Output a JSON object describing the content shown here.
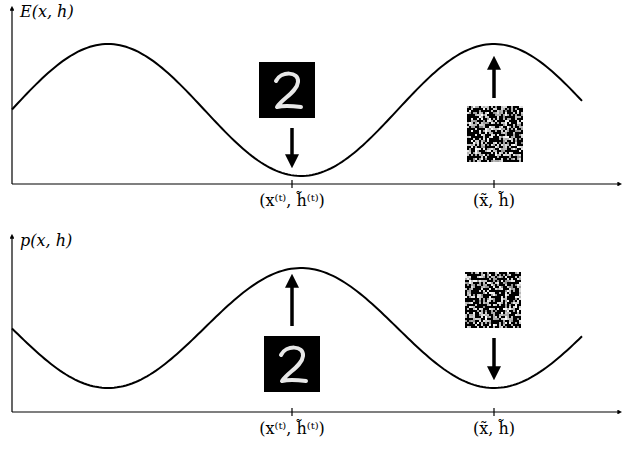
{
  "diagram": {
    "labels": [
      "E(x, h)",
      "(x⁽ᵗ⁾, h̃⁽ᵗ⁾)",
      "(x̃, h̃)",
      "p(x, h)",
      "(x⁽ᵗ⁾, h̃⁽ᵗ⁾)",
      "(x̃, h̃)"
    ]
  }
}
